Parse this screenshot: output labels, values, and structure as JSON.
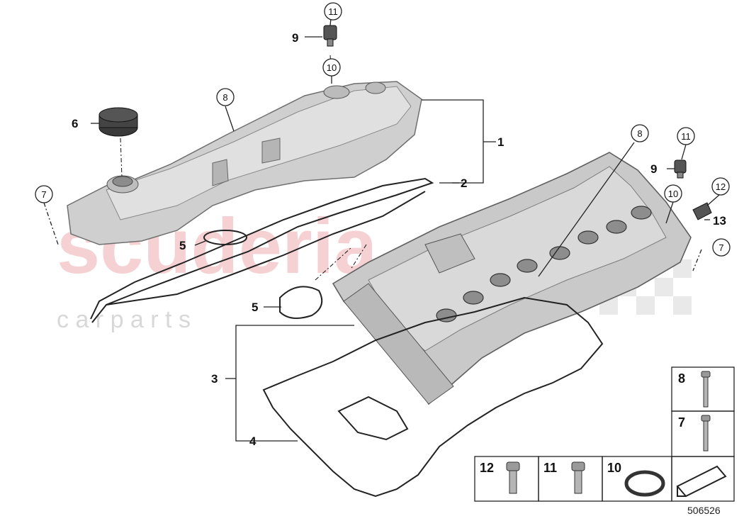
{
  "watermark": {
    "main": "scuderia",
    "sub": "c a r p a r t s"
  },
  "callouts": {
    "n1": "1",
    "n2": "2",
    "n3": "3",
    "n4": "4",
    "n5a": "5",
    "n5b": "5",
    "n6": "6",
    "n7a": "7",
    "n7b": "7",
    "n8a": "8",
    "n8b": "8",
    "n9a": "9",
    "n9b": "9",
    "n10a": "10",
    "n10b": "10",
    "n11a": "11",
    "n11b": "11",
    "n12": "12",
    "n13": "13"
  },
  "legend": {
    "box8": "8",
    "box7": "7",
    "box12": "12",
    "box11": "11",
    "box10": "10"
  },
  "reference_number": "506526"
}
